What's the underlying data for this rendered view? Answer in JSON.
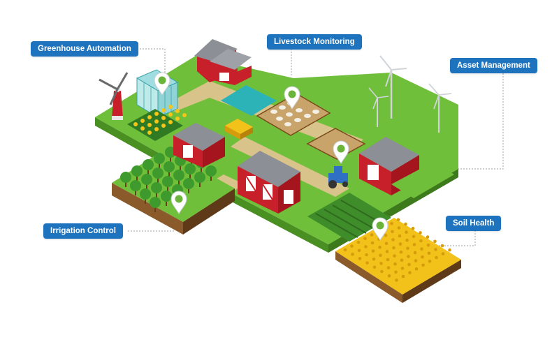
{
  "labels": {
    "greenhouse": "Greenhouse Automation",
    "livestock": "Livestock Monitoring",
    "asset": "Asset Management",
    "irrigation": "Irrigation Control",
    "soil": "Soil Health"
  },
  "colors": {
    "label_bg": "#1e73be",
    "grass": "#6fbf3a",
    "grass_side": "#4a8f22",
    "dirt": "#8a5a2b",
    "dirt_dark": "#5e3a18",
    "path": "#d8c48a",
    "barn_red": "#c8202a",
    "roof_gray": "#8c8f96",
    "wheat": "#f2c21b",
    "wheat_dark": "#d69c0c",
    "pin_white": "#ffffff",
    "pin_green": "#6bb43a",
    "leader": "#9aa0a6"
  },
  "icons": {
    "pins": "map-pin-icon",
    "windmill": "windmill-icon",
    "turbine": "wind-turbine-icon",
    "tractor": "tractor-icon"
  }
}
